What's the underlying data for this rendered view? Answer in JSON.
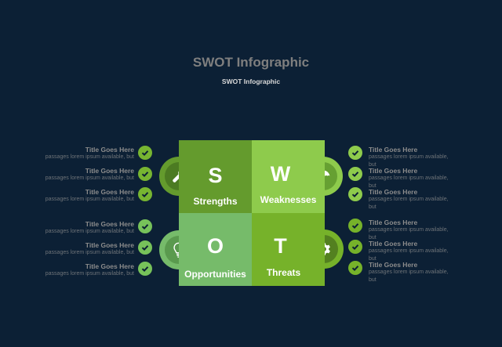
{
  "header": {
    "title": "SWOT Infographic",
    "subtitle": "SWOT Infographic"
  },
  "colors": {
    "background": "#0c2035",
    "strengths": "#649b2d",
    "weaknesses": "#8ecb4c",
    "opportunities": "#76bb6a",
    "threats": "#76b22a",
    "check_left": "#77b531",
    "check_right": "#8ecb4c"
  },
  "quadrants": {
    "strengths": {
      "letter": "S",
      "label": "Strengths",
      "icon": "wrench-icon"
    },
    "weaknesses": {
      "letter": "W",
      "label": "Weaknesses",
      "icon": "umbrella-icon"
    },
    "opportunities": {
      "letter": "O",
      "label": "Opportunities",
      "icon": "lightbulb-icon"
    },
    "threats": {
      "letter": "T",
      "label": "Threats",
      "icon": "gear-icon"
    }
  },
  "left_items": [
    {
      "title": "Title Goes Here",
      "body": "passages lorem ipsum available, but"
    },
    {
      "title": "Title Goes Here",
      "body": "passages lorem ipsum available, but"
    },
    {
      "title": "Title Goes Here",
      "body": "passages lorem ipsum available, but"
    },
    {
      "title": "Title Goes Here",
      "body": "passages lorem ipsum available, but"
    },
    {
      "title": "Title Goes Here",
      "body": "passages lorem ipsum available, but"
    },
    {
      "title": "Title Goes Here",
      "body": "passages lorem ipsum available, but"
    }
  ],
  "right_items": [
    {
      "title": "Title Goes Here",
      "body": "passages lorem ipsum available, but"
    },
    {
      "title": "Title Goes Here",
      "body": "passages lorem ipsum available, but"
    },
    {
      "title": "Title Goes Here",
      "body": "passages lorem ipsum available, but"
    },
    {
      "title": "Title Goes Here",
      "body": "passages lorem ipsum available, but"
    },
    {
      "title": "Title Goes Here",
      "body": "passages lorem ipsum available, but"
    },
    {
      "title": "Title Goes Here",
      "body": "passages lorem ipsum available, but"
    }
  ]
}
